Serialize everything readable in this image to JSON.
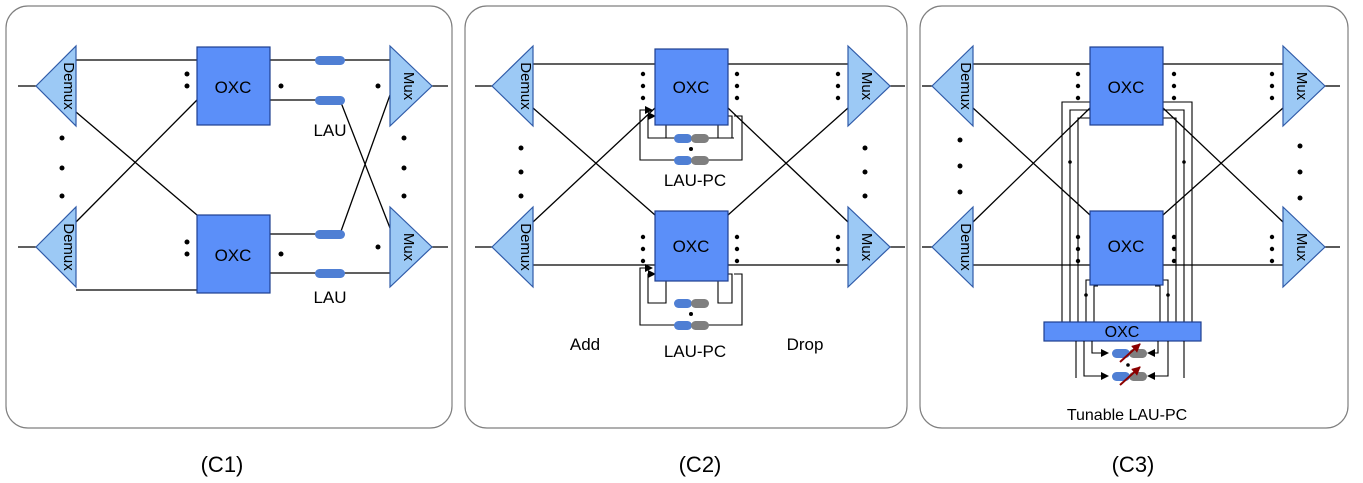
{
  "panels": [
    {
      "caption": "(C1)",
      "oxc_top": "OXC",
      "oxc_bottom": "OXC",
      "demux_top": "Demux",
      "demux_bottom": "Demux",
      "mux_top": "Mux",
      "mux_bottom": "Mux",
      "lau_top": "LAU",
      "lau_bottom": "LAU"
    },
    {
      "caption": "(C2)",
      "oxc_top": "OXC",
      "oxc_bottom": "OXC",
      "demux_top": "Demux",
      "demux_bottom": "Demux",
      "mux_top": "Mux",
      "mux_bottom": "Mux",
      "laupc_top": "LAU-PC",
      "laupc_bottom": "LAU-PC",
      "add": "Add",
      "drop": "Drop"
    },
    {
      "caption": "(C3)",
      "oxc_top": "OXC",
      "oxc_bottom": "OXC",
      "oxc_wide": "OXC",
      "demux_top": "Demux",
      "demux_bottom": "Demux",
      "mux_top": "Mux",
      "mux_bottom": "Mux",
      "tunable": "Tunable LAU-PC"
    }
  ],
  "colors": {
    "oxc": "#5b8ff9",
    "mux_demux": "#9cc9f5",
    "lau": "#4f7fd4",
    "pc": "#7f7f7f",
    "arrow": "#8b0000"
  }
}
